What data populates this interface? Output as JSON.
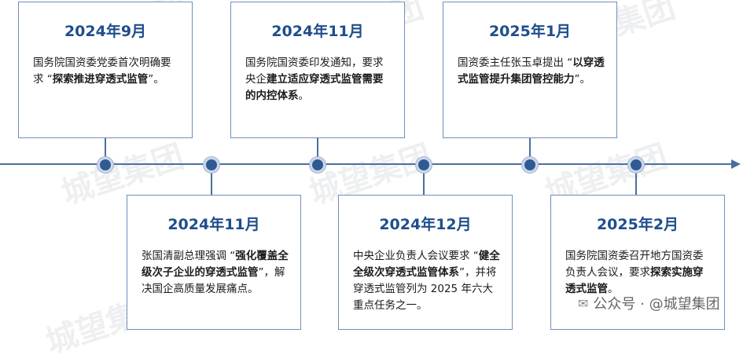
{
  "watermark_text": "城望集团",
  "events": [
    {
      "date": "2024年9月",
      "desc_plain_1": "国务院国资委党委首次明确要求 “",
      "desc_bold": "探索推进穿透式监管",
      "desc_plain_2": "”。"
    },
    {
      "date": "2024年11月",
      "desc_plain_1": "国务院国资委印发通知，要求央企",
      "desc_bold": "建立适应穿透式监管需要的内控体系",
      "desc_plain_2": "。"
    },
    {
      "date": "2025年1月",
      "desc_plain_1": "国资委主任张玉卓提出 “",
      "desc_bold": "以穿透式监管提升集团管控能力",
      "desc_plain_2": "”。"
    },
    {
      "date": "2024年11月",
      "desc_plain_1": "张国清副总理强调 “",
      "desc_bold": "强化覆盖全级次子企业的穿透式监管",
      "desc_plain_2": "”，解决国企高质量发展痛点。"
    },
    {
      "date": "2024年12月",
      "desc_plain_1": "中央企业负责人会议要求 “",
      "desc_bold": "健全全级次穿透式监管体系",
      "desc_plain_2": "”，并将穿透式监管列为 2025 年六大重点任务之一。"
    },
    {
      "date": "2025年2月",
      "desc_plain_1": "国务院国资委召开地方国资委负责人会议，要求",
      "desc_bold": "探索实施穿透式监管",
      "desc_plain_2": "。"
    }
  ],
  "source_label": "公众号 · @城望集团"
}
